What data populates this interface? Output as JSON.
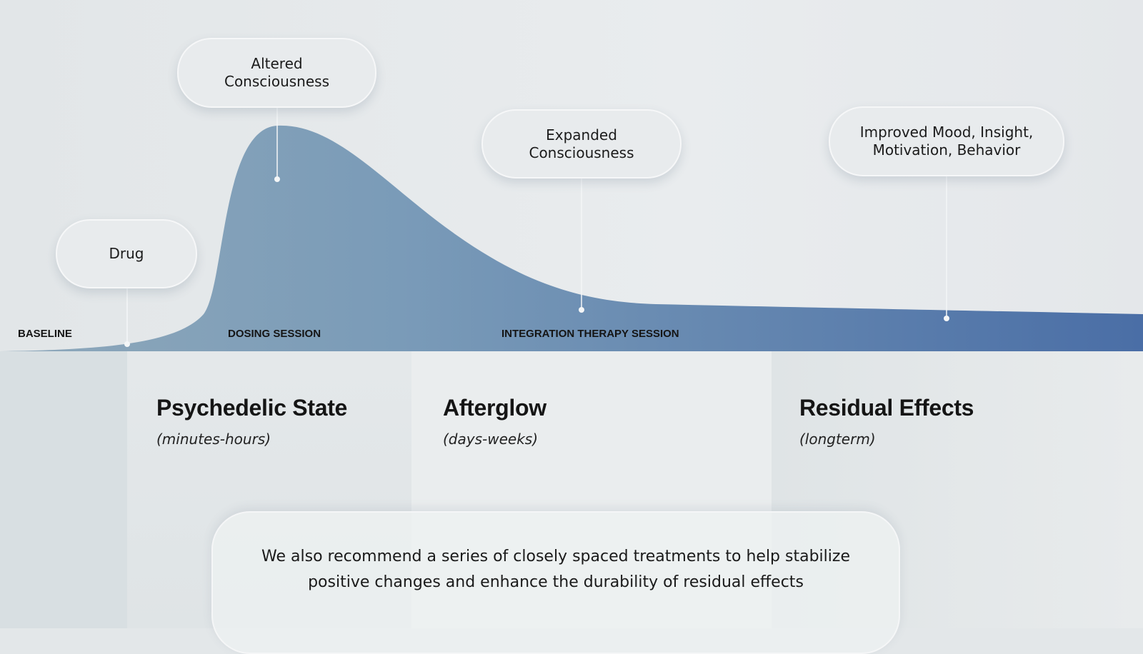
{
  "stages": {
    "baseline": "BASELINE",
    "dosing": "DOSING SESSION",
    "integration": "INTEGRATION THERAPY SESSION"
  },
  "callouts": [
    {
      "label": "Drug"
    },
    {
      "label": "Altered\nConsciousness"
    },
    {
      "label": "Expanded\nConsciousness"
    },
    {
      "label": "Improved Mood, Insight,\nMotivation, Behavior"
    }
  ],
  "phases": [
    {
      "title": "Psychedelic State",
      "duration": "(minutes-hours)"
    },
    {
      "title": "Afterglow",
      "duration": "(days-weeks)"
    },
    {
      "title": "Residual Effects",
      "duration": "(longterm)"
    }
  ],
  "note": {
    "line1": "We also recommend a series of closely spaced treatments to help stabilize",
    "line2": "positive changes and enhance the durability of residual effects"
  },
  "colors": {
    "curve_start": "#8aa6bb",
    "curve_end": "#4a6ea6"
  }
}
